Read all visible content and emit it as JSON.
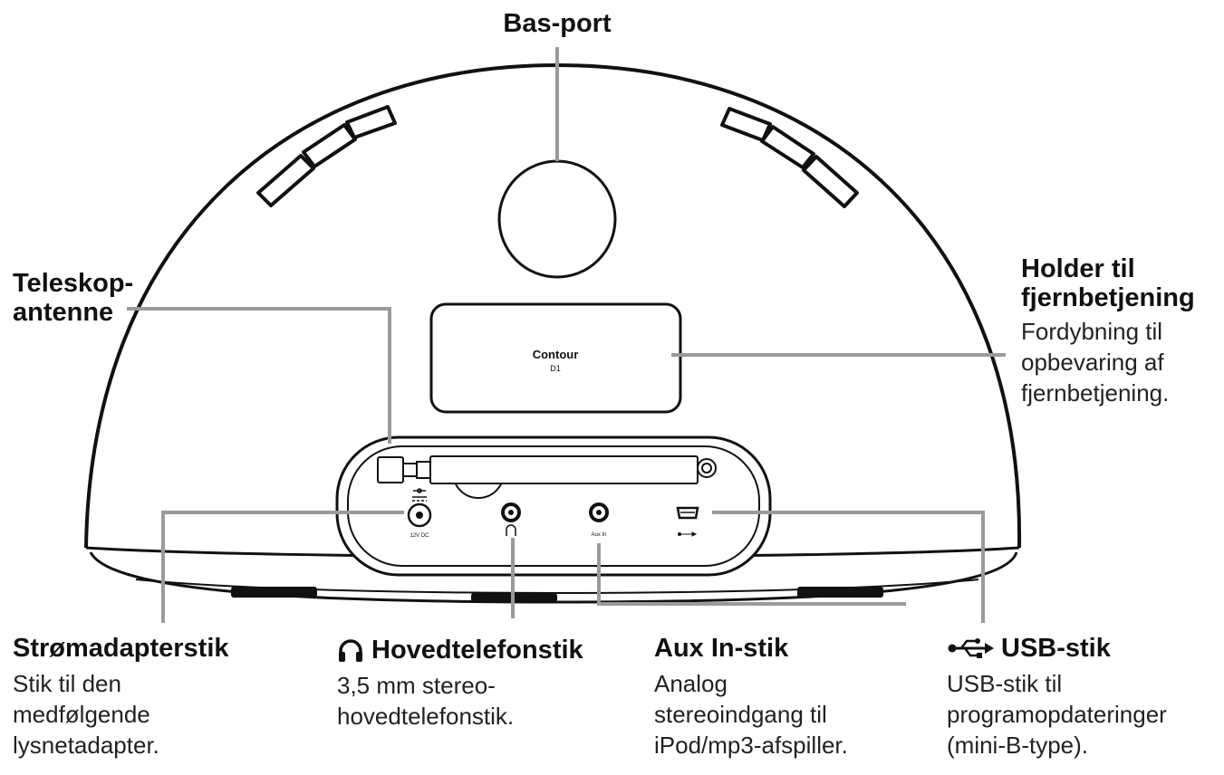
{
  "device": {
    "label_main": "Contour",
    "label_sub": "D1",
    "port_marks": {
      "power": "12V DC",
      "aux": "Aux In"
    }
  },
  "callouts": {
    "bas_port": {
      "title": "Bas-port"
    },
    "telescope": {
      "title_lines": [
        "Teleskop-",
        "antenne"
      ]
    },
    "remote_holder": {
      "title_lines": [
        "Holder til",
        "fjernbetjening"
      ],
      "desc_lines": [
        "Fordybning til",
        "opbevaring af",
        "fjernbetjening."
      ]
    },
    "power": {
      "title": "Strømadapterstik",
      "desc_lines": [
        "Stik til den",
        "medfølgende",
        "lysnetadapter."
      ]
    },
    "headphone": {
      "icon": "headphone-icon",
      "title": "Hovedtelefonstik",
      "desc_lines": [
        "3,5 mm stereo-",
        "hovedtelefonstik."
      ]
    },
    "aux": {
      "title": "Aux In-stik",
      "desc_lines": [
        "Analog",
        "stereoindgang til",
        "iPod/mp3-afspiller."
      ]
    },
    "usb": {
      "icon": "usb-icon",
      "title": "USB-stik",
      "desc_lines": [
        "USB-stik til",
        "programopdateringer",
        "(mini-B-type)."
      ]
    }
  },
  "colors": {
    "outline": "#111111",
    "leader": "#9a9a9a",
    "text": "#111111"
  }
}
